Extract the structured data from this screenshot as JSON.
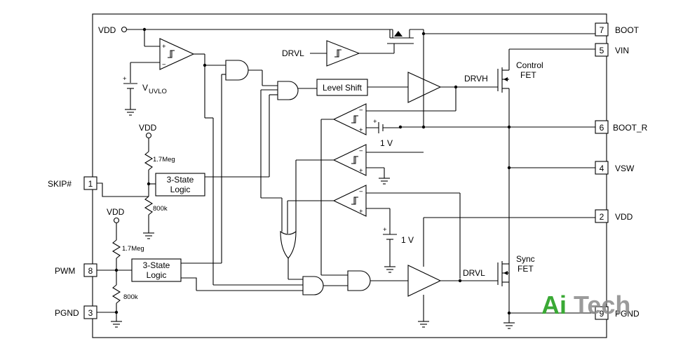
{
  "pins_right": [
    {
      "num": "7",
      "name": "BOOT"
    },
    {
      "num": "5",
      "name": "VIN"
    },
    {
      "num": "6",
      "name": "BOOT_R"
    },
    {
      "num": "4",
      "name": "VSW"
    },
    {
      "num": "2",
      "name": "VDD"
    },
    {
      "num": "9",
      "name": "PGND"
    }
  ],
  "pins_left": [
    {
      "num": "1",
      "name": "SKIP#"
    },
    {
      "num": "8",
      "name": "PWM"
    },
    {
      "num": "3",
      "name": "PGND"
    }
  ],
  "labels": {
    "vdd_top": "VDD",
    "vdd_mid": "VDD",
    "vdd_low": "VDD",
    "vuvlo_v": "V",
    "vuvlo_sub": "UVLO",
    "drvl_in": "DRVL",
    "drvh": "DRVH",
    "drvl_out": "DRVL",
    "control_fet_1": "Control",
    "control_fet_2": "FET",
    "sync_fet_1": "Sync",
    "sync_fet_2": "FET",
    "level_shift": "Level Shift",
    "tristate_1a": "3-State",
    "tristate_1b": "Logic",
    "tristate_2a": "3-State",
    "tristate_2b": "Logic",
    "res_top_1": "1.7Meg",
    "res_bot_1": "800k",
    "res_top_2": "1.7Meg",
    "res_bot_2": "800k",
    "volt_1": "1 V",
    "volt_2": "1 V"
  },
  "logo": {
    "part1": "Ai",
    "part2": "Tech"
  },
  "colors": {
    "logo_green": "#3aa935",
    "logo_gray": "#8a8a8a"
  }
}
